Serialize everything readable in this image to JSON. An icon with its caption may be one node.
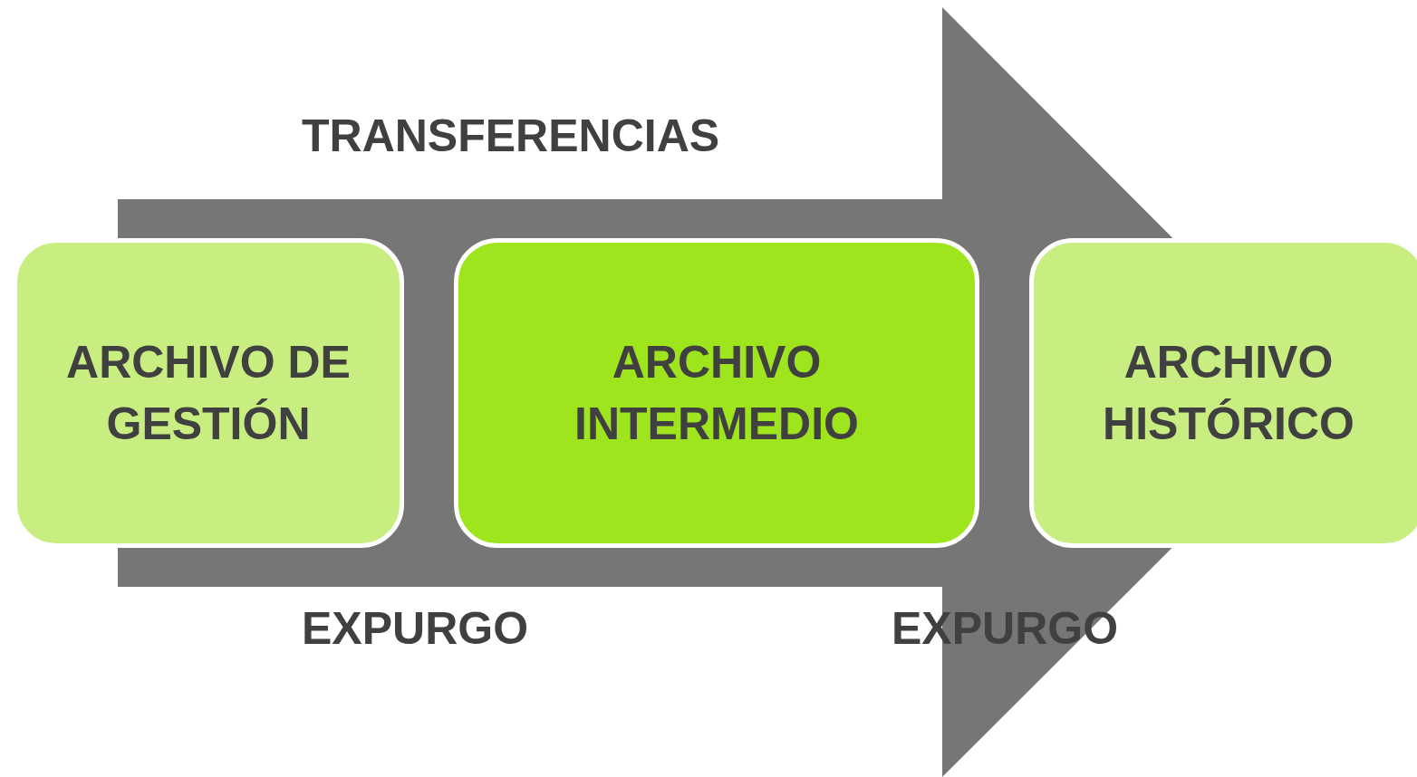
{
  "diagram": {
    "nodes": [
      {
        "text": [
          "ARCHIVO DE GESTIÓN"
        ]
      },
      {
        "text": [
          "ARCHIVO INTERMEDIO"
        ]
      },
      {
        "text": [
          "ARCHIVO HISTÓRICO"
        ]
      }
    ],
    "edges": [
      {
        "from": 0,
        "to": 2,
        "arrow": "to",
        "style": "thick"
      }
    ],
    "labels": [
      "TRANSFERENCIAS",
      "EXPURGO",
      "EXPURGO"
    ]
  }
}
